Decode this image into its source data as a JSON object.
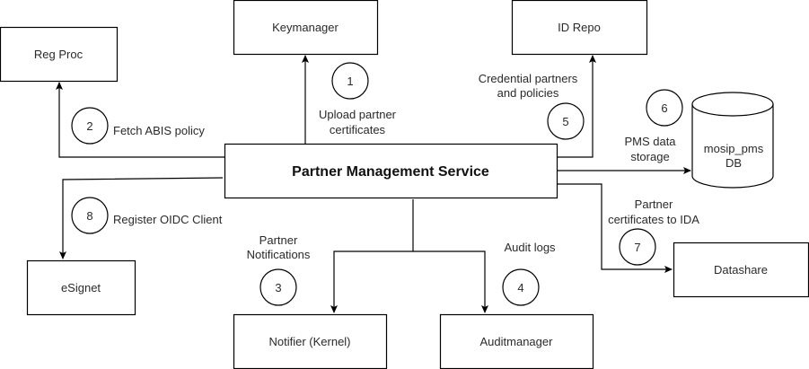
{
  "diagram": {
    "central": {
      "label": "Partner Management Service"
    },
    "components": {
      "reg_proc": "Reg Proc",
      "keymanager": "Keymanager",
      "id_repo": "ID Repo",
      "db_line1": "mosip_pms",
      "db_line2": "DB",
      "esignet": "eSignet",
      "notifier": "Notifier (Kernel)",
      "auditmanager": "Auditmanager",
      "datashare": "Datashare"
    },
    "flows": [
      {
        "step": "1",
        "lines": [
          "Upload partner",
          "certificates"
        ],
        "target": "Keymanager"
      },
      {
        "step": "2",
        "lines": [
          "Fetch ABIS policy"
        ],
        "target": "Reg Proc"
      },
      {
        "step": "3",
        "lines": [
          "Partner",
          "Notifications"
        ],
        "target": "Notifier (Kernel)"
      },
      {
        "step": "4",
        "lines": [
          "Audit logs"
        ],
        "target": "Auditmanager"
      },
      {
        "step": "5",
        "lines": [
          "Credential partners",
          "and policies"
        ],
        "target": "ID Repo"
      },
      {
        "step": "6",
        "lines": [
          "PMS data",
          "storage"
        ],
        "target": "mosip_pms DB"
      },
      {
        "step": "7",
        "lines": [
          "Partner",
          "certificates to IDA"
        ],
        "target": "Datashare"
      },
      {
        "step": "8",
        "lines": [
          "Register OIDC Client"
        ],
        "target": "eSignet"
      }
    ]
  }
}
